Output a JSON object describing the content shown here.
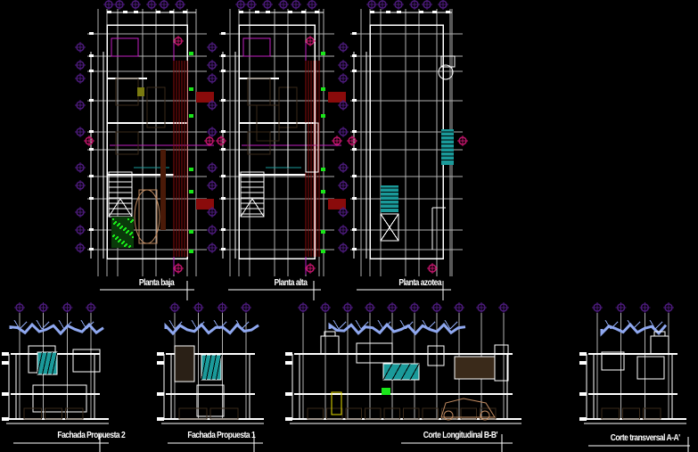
{
  "drawing": {
    "views": [
      {
        "id": "planta-baja",
        "title": "Planta baja",
        "kind": "plan"
      },
      {
        "id": "planta-alta",
        "title": "Planta alta",
        "kind": "plan"
      },
      {
        "id": "planta-azotea",
        "title": "Planta azotea",
        "kind": "roof"
      },
      {
        "id": "fachada-2",
        "title": "Fachada Propuesta 2",
        "kind": "elevation"
      },
      {
        "id": "fachada-1",
        "title": "Fachada Propuesta 1",
        "kind": "elevation"
      },
      {
        "id": "corte-bb",
        "title": "Corte Longitudinal B-B'",
        "kind": "section"
      },
      {
        "id": "corte-aa",
        "title": "Corte transversal A-A'",
        "kind": "section"
      }
    ]
  },
  "colors": {
    "background": "#000000",
    "lines": "#ffffff",
    "grid": "#b0b0b0",
    "axis_marker": "#c0146a",
    "axis_marker_dark": "#4b1a7a",
    "tree": "#8fa8f0",
    "green": "#19e619",
    "red": "#8a0b0b",
    "cyan": "#1a9a9a",
    "furniture": "#3a2a1a",
    "car": "#c08a60",
    "olive": "#7a7a10"
  }
}
